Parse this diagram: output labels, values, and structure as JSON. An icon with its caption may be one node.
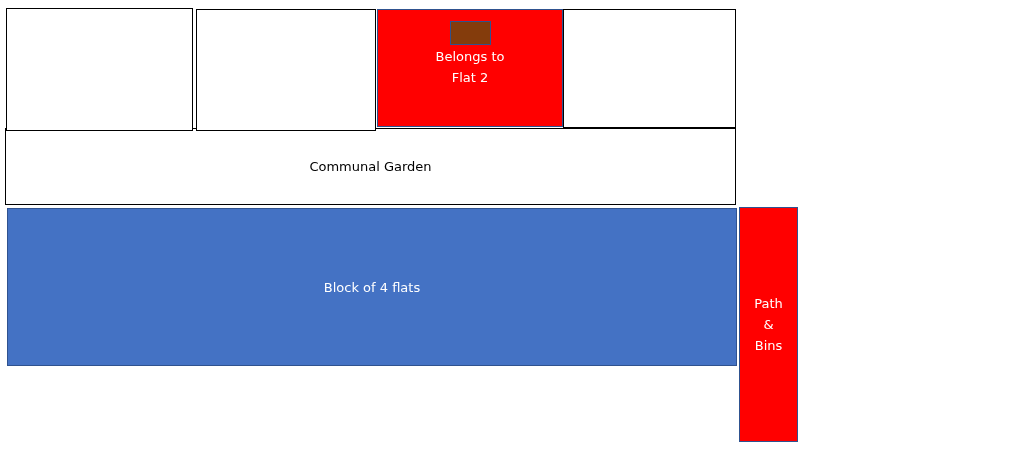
{
  "diagram": {
    "nodes": [
      {
        "text": [],
        "shape": "box"
      },
      {
        "text": [],
        "shape": "box"
      },
      {
        "text": [
          "Belongs to Flat 2"
        ]
      },
      {
        "text": [],
        "shape": "box",
        "in": 2
      },
      {
        "text": [],
        "shape": "box"
      },
      {
        "text": [
          "Communal Garden"
        ]
      },
      {
        "text": [
          "Block of 4 flats"
        ]
      },
      {
        "text": [
          "Path & Bins"
        ]
      }
    ]
  }
}
